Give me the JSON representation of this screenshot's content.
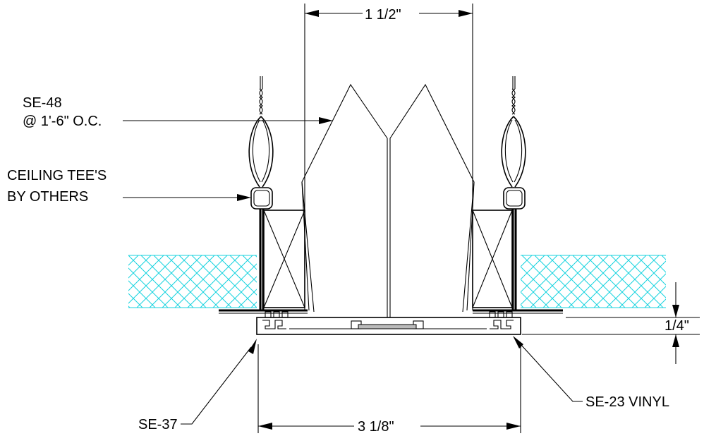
{
  "labels": {
    "dim_top": "1 1/2\"",
    "dim_bottom": "3 1/8\"",
    "dim_right": "1/4\"",
    "se48_line1": "SE-48",
    "se48_line2": "@ 1'-6\" O.C.",
    "tee_line1": "CEILING TEE'S",
    "tee_line2": "BY OTHERS",
    "se37": "SE-37",
    "se23": "SE-23 VINYL"
  },
  "colors": {
    "line": "#000000",
    "insulation_hatch": "#17d3df",
    "background": "#ffffff"
  }
}
